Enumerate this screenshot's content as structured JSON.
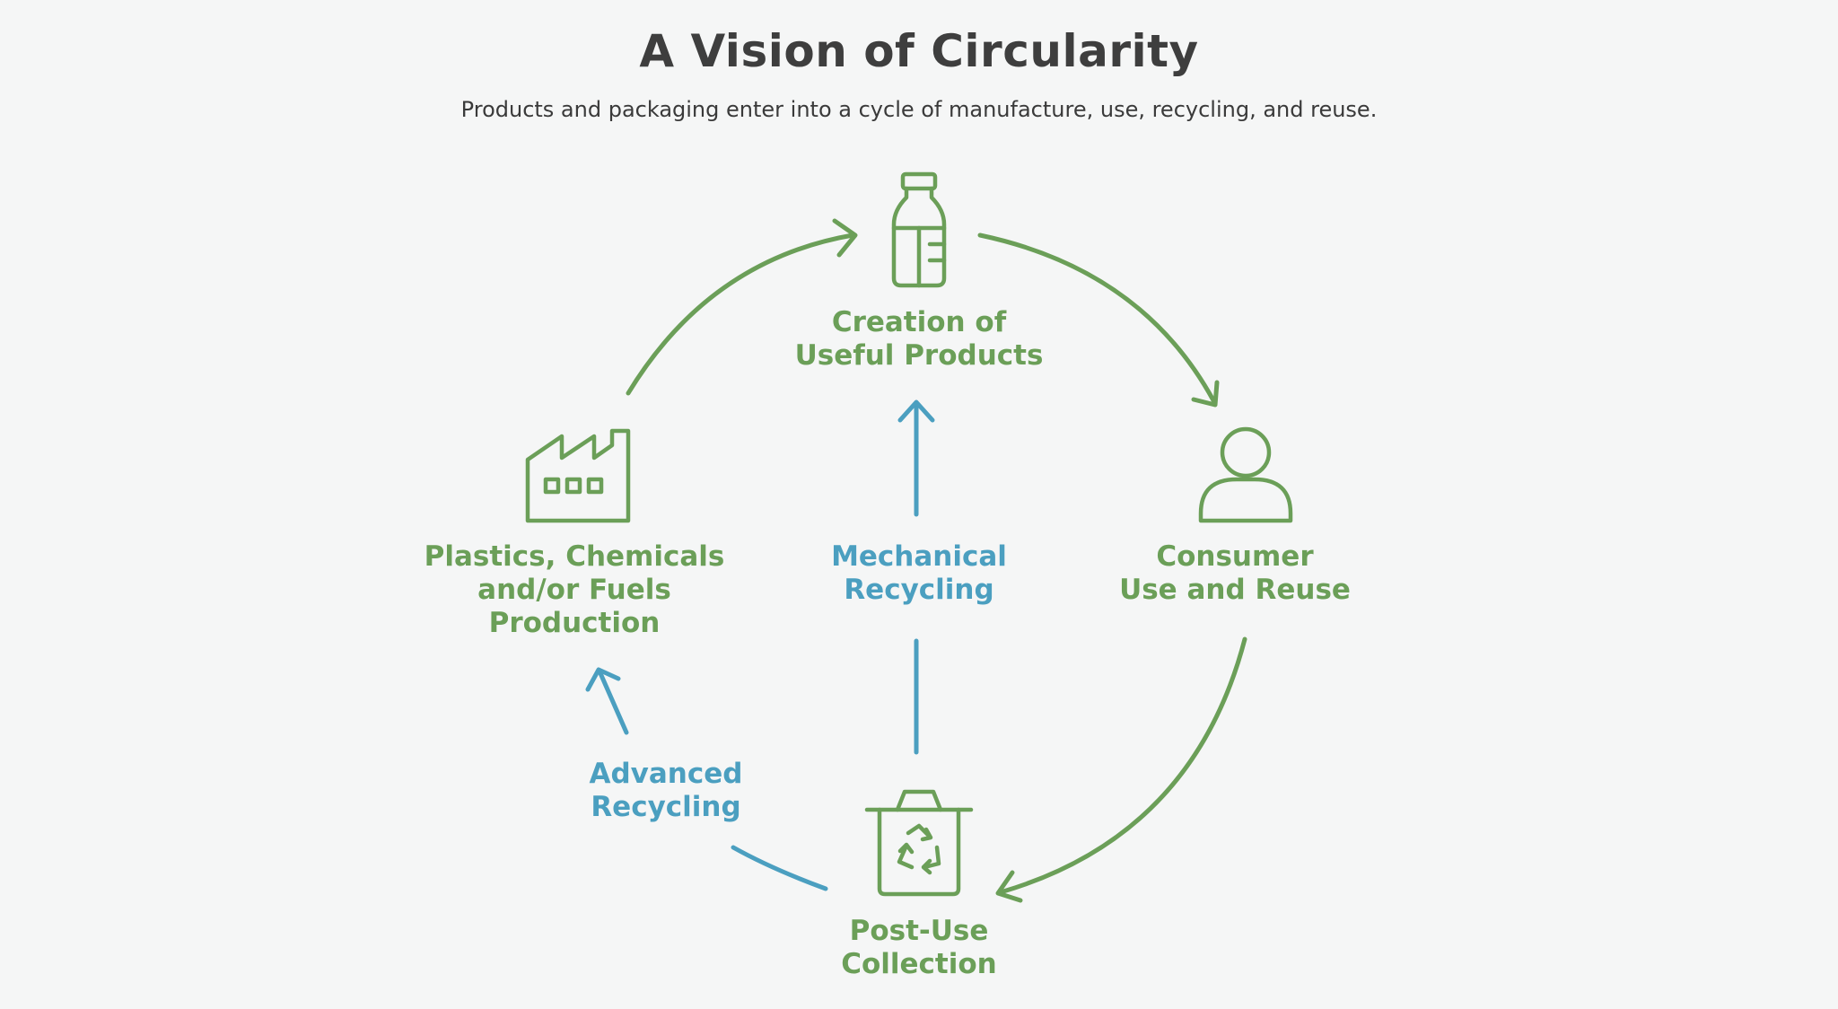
{
  "header": {
    "title": "A Vision of Circularity",
    "subtitle": "Products and packaging enter into a cycle of manufacture, use, recycling, and reuse."
  },
  "nodes": {
    "creation": {
      "line1": "Creation of",
      "line2": "Useful Products",
      "icon": "bottle-icon"
    },
    "consumer": {
      "line1": "Consumer",
      "line2": "Use and Reuse",
      "icon": "person-icon"
    },
    "collection": {
      "line1": "Post-Use",
      "line2": "Collection",
      "icon": "recycling-bin-icon"
    },
    "production": {
      "line1": "Plastics, Chemicals",
      "line2": "and/or Fuels",
      "line3": "Production",
      "icon": "factory-icon"
    }
  },
  "pathways": {
    "mechanical": {
      "line1": "Mechanical",
      "line2": "Recycling"
    },
    "advanced": {
      "line1": "Advanced",
      "line2": "Recycling"
    }
  },
  "colors": {
    "green": "#6b9f58",
    "blue": "#4b9fc0",
    "title": "#3e3e3e",
    "background": "#f5f6f6"
  }
}
